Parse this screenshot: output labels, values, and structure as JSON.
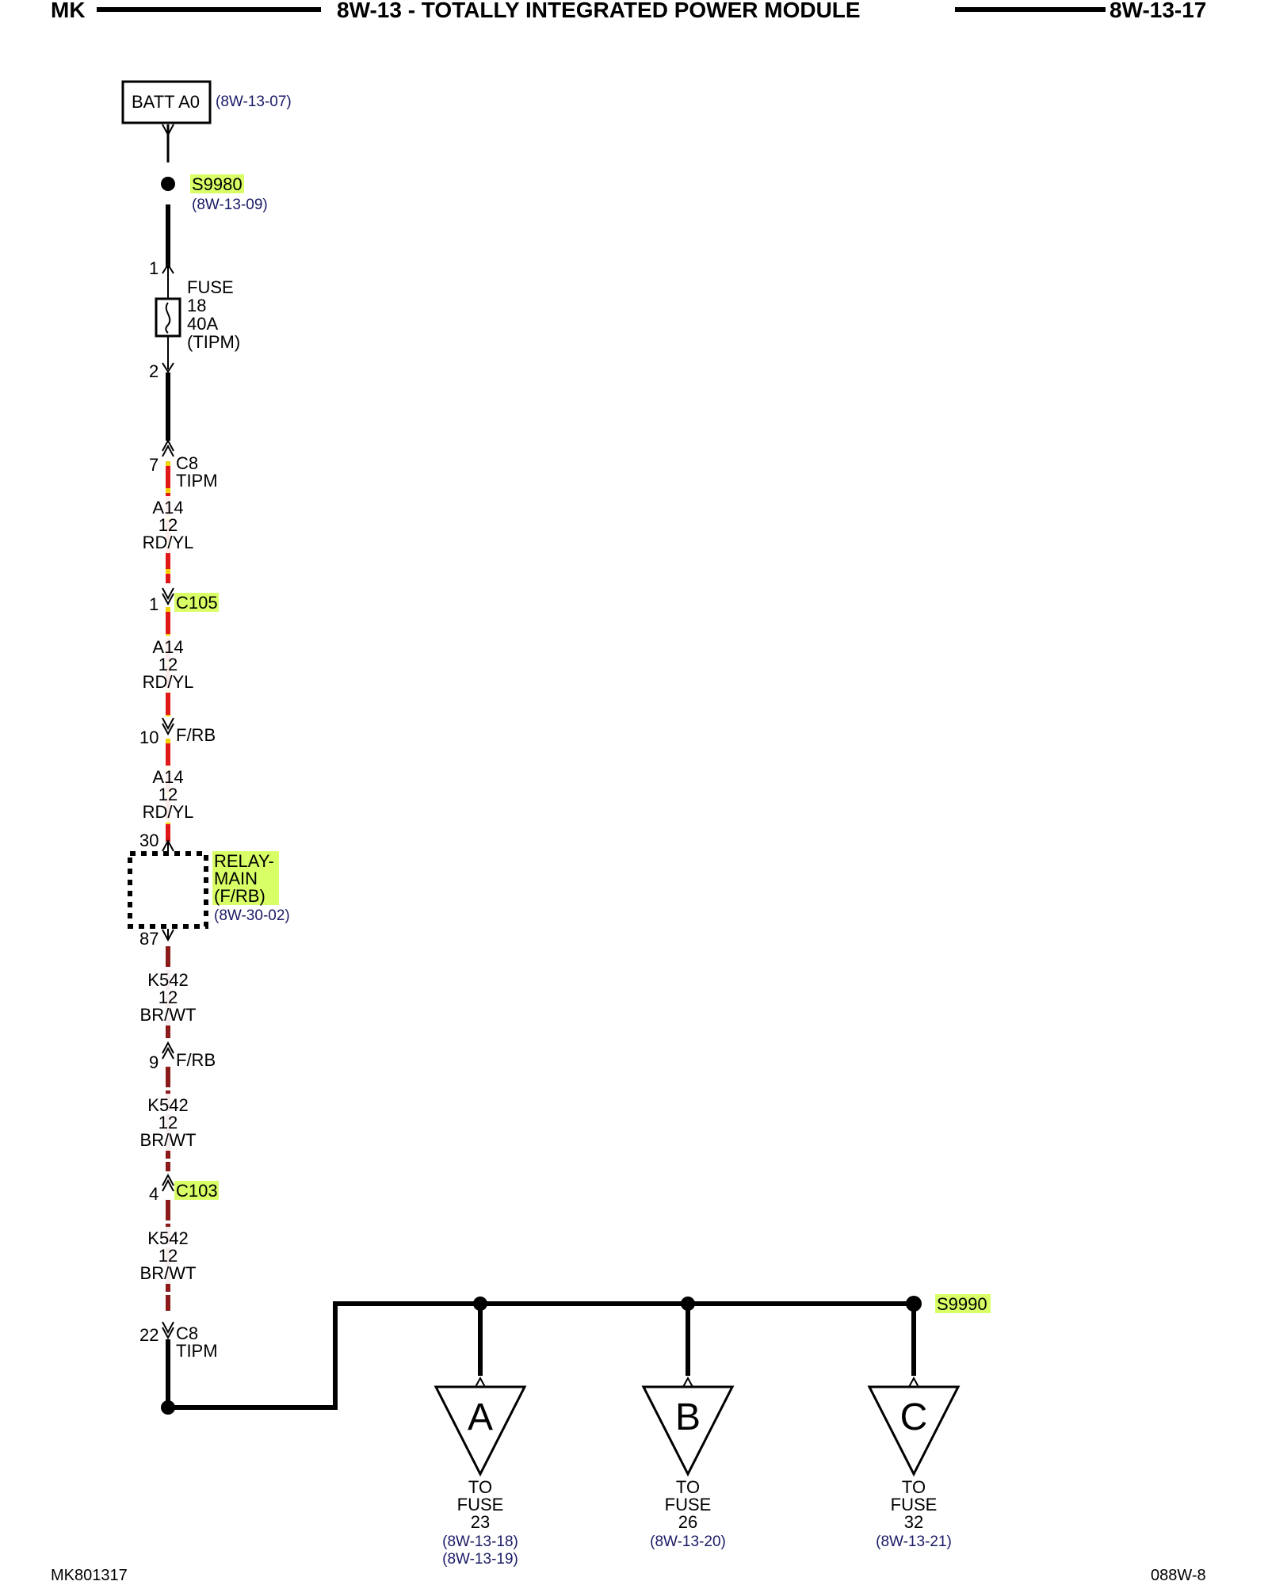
{
  "header": {
    "left": "MK",
    "title": "8W-13 - TOTALLY INTEGRATED POWER MODULE",
    "right": "8W-13-17"
  },
  "footer": {
    "left": "MK801317",
    "right": "088W-8"
  },
  "source": {
    "label": "BATT A0",
    "ref": "(8W-13-07)"
  },
  "splice_top": {
    "id": "S9980",
    "ref": "(8W-13-09)"
  },
  "fuse": {
    "pin_in": "1",
    "pin_out": "2",
    "line1": "FUSE",
    "line2": "18",
    "line3": "40A",
    "line4": "(TIPM)"
  },
  "connectors": {
    "c8_top": {
      "pin": "7",
      "name": "C8",
      "sub": "TIPM"
    },
    "c105": {
      "pin": "1",
      "name": "C105"
    },
    "frb_10": {
      "pin": "10",
      "name": "F/RB"
    },
    "relay_30": {
      "pin": "30"
    },
    "relay_87": {
      "pin": "87"
    },
    "frb_9": {
      "pin": "9",
      "name": "F/RB"
    },
    "c103": {
      "pin": "4",
      "name": "C103"
    },
    "c8_bottom": {
      "pin": "22",
      "name": "C8",
      "sub": "TIPM"
    }
  },
  "wires": [
    {
      "circuit": "A14",
      "gauge": "12",
      "color": "RD/YL"
    },
    {
      "circuit": "A14",
      "gauge": "12",
      "color": "RD/YL"
    },
    {
      "circuit": "A14",
      "gauge": "12",
      "color": "RD/YL"
    },
    {
      "circuit": "K542",
      "gauge": "12",
      "color": "BR/WT"
    },
    {
      "circuit": "K542",
      "gauge": "12",
      "color": "BR/WT"
    },
    {
      "circuit": "K542",
      "gauge": "12",
      "color": "BR/WT"
    }
  ],
  "relay": {
    "line1": "RELAY-",
    "line2": "MAIN",
    "line3": "(F/RB)",
    "ref": "(8W-30-02)"
  },
  "splice_bottom": {
    "id": "S9990"
  },
  "outputs": [
    {
      "letter": "A",
      "to": "TO",
      "fuse_word": "FUSE",
      "fuse_num": "23",
      "refs": [
        "(8W-13-18)",
        "(8W-13-19)"
      ]
    },
    {
      "letter": "B",
      "to": "TO",
      "fuse_word": "FUSE",
      "fuse_num": "26",
      "refs": [
        "(8W-13-20)"
      ]
    },
    {
      "letter": "C",
      "to": "TO",
      "fuse_word": "FUSE",
      "fuse_num": "32",
      "refs": [
        "(8W-13-21)"
      ]
    }
  ],
  "colors": {
    "highlight": "#d9ff66",
    "rd_yl_red": "#e01818",
    "rd_yl_yellow": "#f2d200",
    "br_wt_brown": "#8b1a1a",
    "br_wt_white": "#ffffff",
    "ref_text": "#1a1a66"
  }
}
